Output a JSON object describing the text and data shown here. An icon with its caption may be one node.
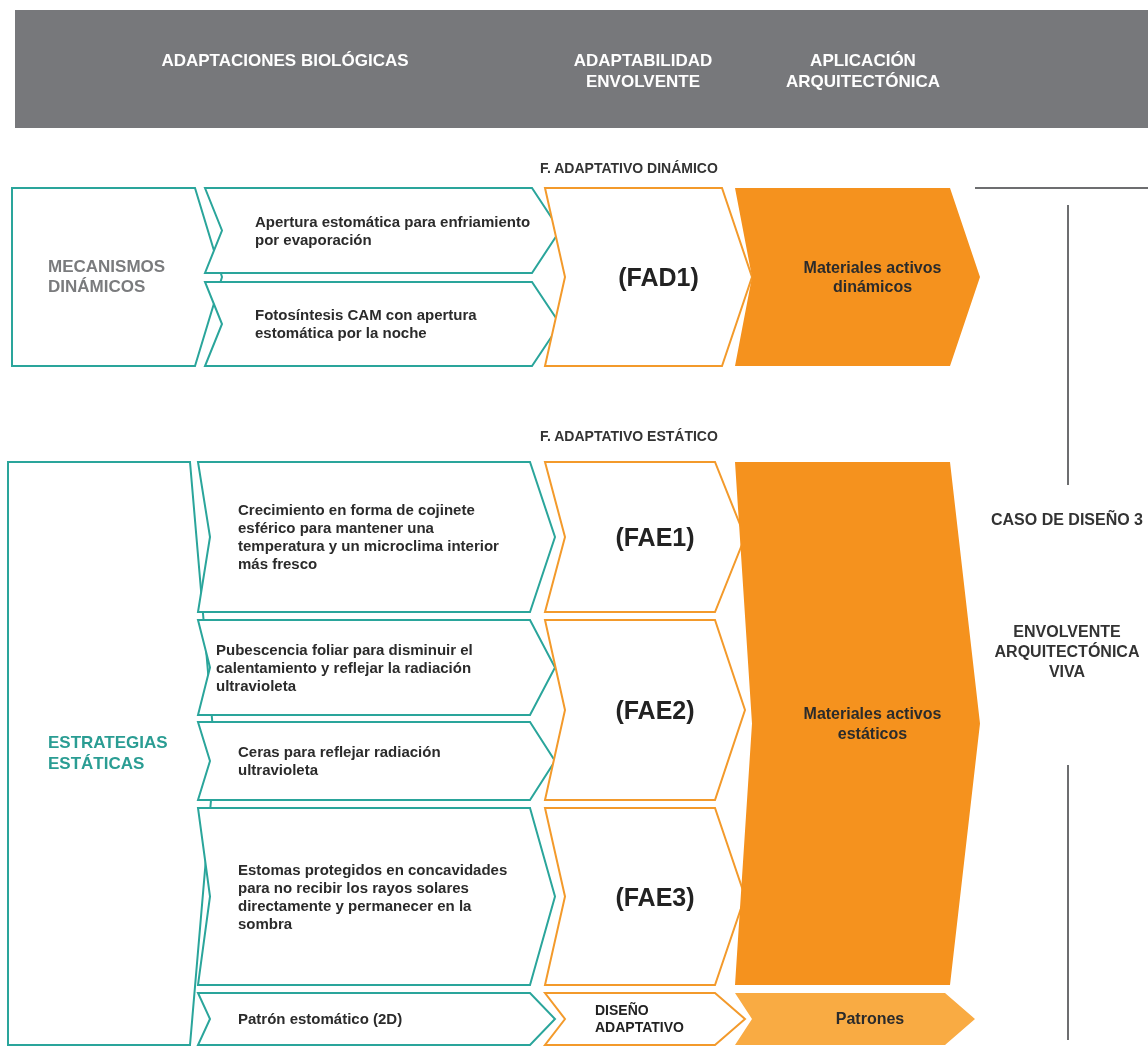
{
  "diagram": {
    "nodes": [
      {
        "text": [
          "MECANISMOS DINÁMICOS"
        ]
      },
      {
        "text": [
          "Apertura estomática para enfriamiento por evaporación"
        ]
      },
      {
        "text": [
          "Fotosíntesis **CAM** con apertura estomática por la noche"
        ]
      },
      {
        "text": [
          "(FAD1)"
        ]
      },
      {
        "text": [
          "Materiales activos dinámicos"
        ]
      },
      {
        "text": [
          "ESTRATEGIAS ESTÁTICAS"
        ]
      },
      {
        "text": [
          "Crecimiento en forma de cojinete esférico para mantener una temperatura y un microclima interior más fresco"
        ]
      },
      {
        "text": [
          "(FAE1)"
        ]
      },
      {
        "text": [
          "Pubescencia foliar para disminuir el calentamiento y reflejar la radiación ultravioleta"
        ]
      },
      {
        "text": [
          "Ceras para reflejar radiación ultravioleta"
        ]
      },
      {
        "text": [
          "(FAE2)"
        ]
      },
      {
        "text": [
          "Estomas protegidos en concavidades para no recibir los rayos solares directamente y permanecer en la sombra"
        ]
      },
      {
        "text": [
          "(FAE3)"
        ]
      },
      {
        "text": [
          "Materiales activos estáticos"
        ]
      },
      {
        "text": [
          "Patrón estomático (2D)"
        ]
      },
      {
        "text": [
          "DISEÑO ADAPTATIVO"
        ]
      },
      {
        "text": [
          "Patrones"
        ]
      }
    ],
    "labels": [
      "ADAPTACIONES BIOLÓGICAS",
      "ADAPTABILIDAD ENVOLVENTE",
      "APLICACIÓN ARQUITECTÓNICA",
      "F. ADAPTATIVO DINÁMICO",
      "F. ADAPTATIVO ESTÁTICO",
      "CASO DE DISEÑO 3",
      "ENVOLVENTE ARQUITECTÓNICA VIVA"
    ]
  }
}
